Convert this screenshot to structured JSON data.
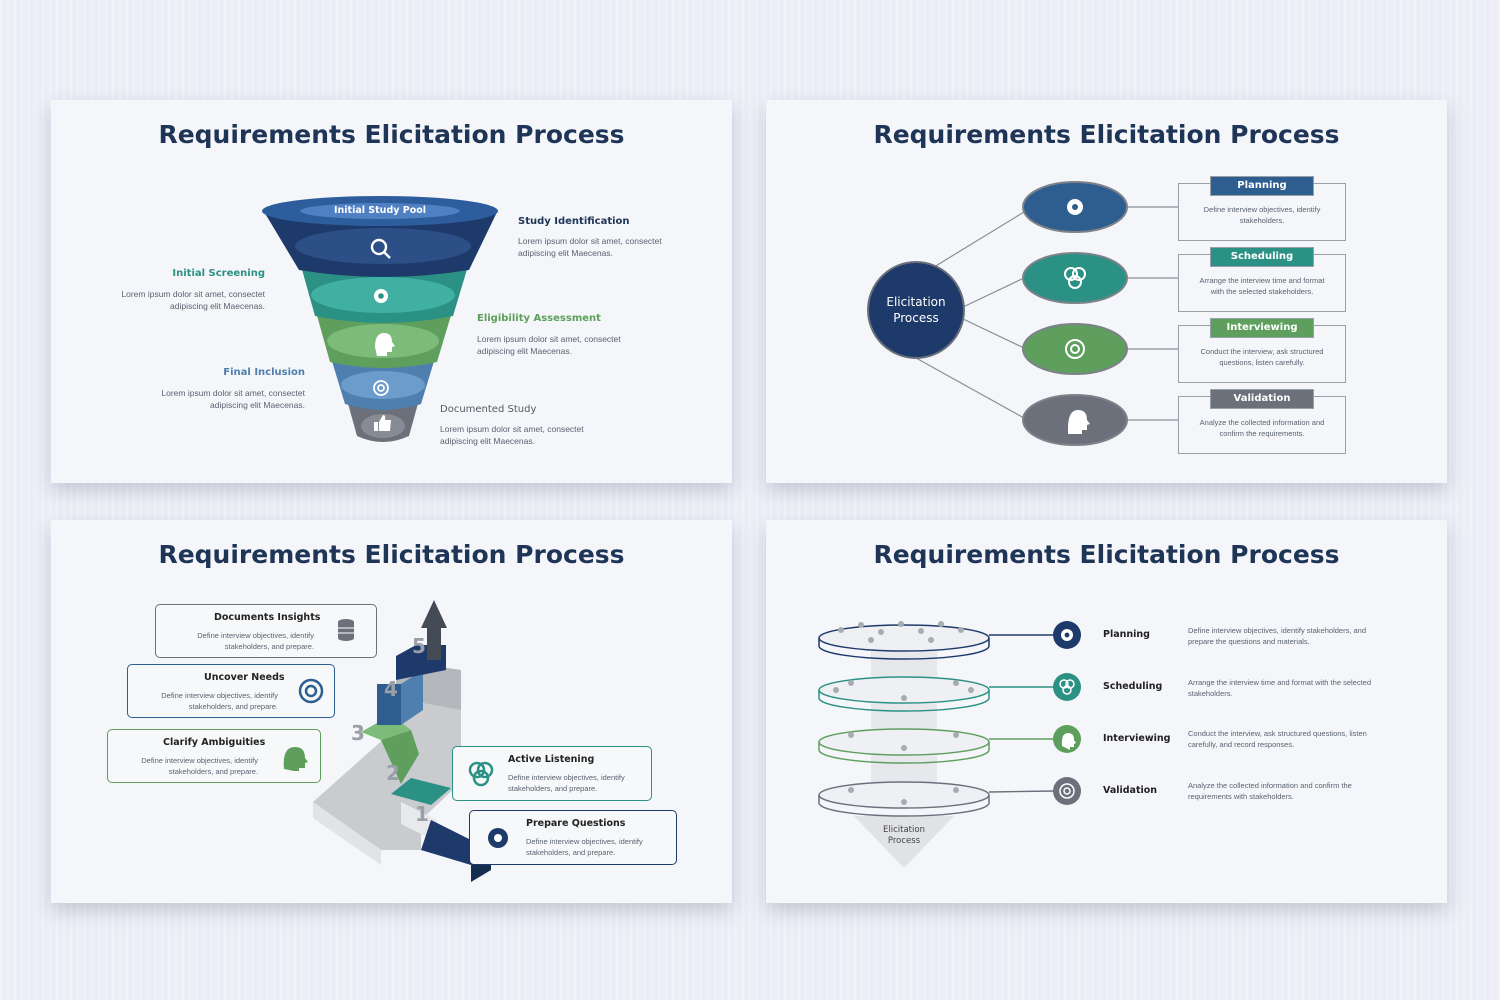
{
  "colors": {
    "navy": "#1e3a6b",
    "blue": "#2e5d8f",
    "teal": "#2b9184",
    "green": "#5e9f5d",
    "steel": "#4e7fae",
    "gray": "#6b707a"
  },
  "slide1": {
    "title": "Requirements Elicitation Process",
    "pool_label": "Initial Study Pool",
    "stages": [
      {
        "title": "Study Identification",
        "desc1": "Lorem ipsum dolor sit amet, consectet",
        "desc2": "adipiscing elit Maecenas.",
        "icon": "search-icon"
      },
      {
        "title": "Initial Screening",
        "desc1": "Lorem ipsum dolor sit amet, consectet",
        "desc2": "adipiscing elit Maecenas.",
        "icon": "gear-icon"
      },
      {
        "title": "Eligibility Assessment",
        "desc1": "Lorem ipsum dolor sit amet, consectet",
        "desc2": "adipiscing elit Maecenas.",
        "icon": "head-gear-icon"
      },
      {
        "title": "Final Inclusion",
        "desc1": "Lorem ipsum dolor sit amet, consectet",
        "desc2": "adipiscing elit Maecenas.",
        "icon": "target-icon"
      },
      {
        "title": "Documented Study",
        "desc1": "Lorem ipsum dolor sit amet, consectet",
        "desc2": "adipiscing elit Maecenas.",
        "icon": "thumbs-up-icon"
      }
    ]
  },
  "slide2": {
    "title": "Requirements Elicitation Process",
    "center_line1": "Elicitation",
    "center_line2": "Process",
    "items": [
      {
        "label": "Planning",
        "desc1": "Define interview objectives, identify",
        "desc2": "stakeholders.",
        "icon": "gear-icon"
      },
      {
        "label": "Scheduling",
        "desc1": "Arrange the interview time and format",
        "desc2": "with the selected stakeholders.",
        "icon": "venn-icon"
      },
      {
        "label": "Interviewing",
        "desc1": "Conduct the interview, ask structured",
        "desc2": "questions, listen carefully.",
        "icon": "target-icon"
      },
      {
        "label": "Validation",
        "desc1": "Analyze the collected information and",
        "desc2": "confirm the requirements.",
        "icon": "head-gear-icon"
      }
    ]
  },
  "slide3": {
    "title": "Requirements Elicitation Process",
    "steps": [
      {
        "num": "1",
        "title": "Prepare Questions",
        "desc1": "Define interview objectives, identify",
        "desc2": "stakeholders, and prepare.",
        "icon": "gear-icon"
      },
      {
        "num": "2",
        "title": "Active Listening",
        "desc1": "Define interview objectives, identify",
        "desc2": "stakeholders, and prepare.",
        "icon": "venn-icon"
      },
      {
        "num": "3",
        "title": "Clarify Ambiguities",
        "desc1": "Define interview objectives, identify",
        "desc2": "stakeholders, and prepare.",
        "icon": "head-gear-icon"
      },
      {
        "num": "4",
        "title": "Uncover Needs",
        "desc1": "Define interview objectives, identify",
        "desc2": "stakeholders, and prepare.",
        "icon": "target-icon"
      },
      {
        "num": "5",
        "title": "Documents Insights",
        "desc1": "Define interview objectives, identify",
        "desc2": "stakeholders, and prepare.",
        "icon": "database-icon"
      }
    ]
  },
  "slide4": {
    "title": "Requirements Elicitation Process",
    "arrow_line1": "Elicitation",
    "arrow_line2": "Process",
    "levels": [
      {
        "label": "Planning",
        "desc1": "Define interview objectives, identify stakeholders, and",
        "desc2": "prepare the questions and materials.",
        "icon": "gear-icon"
      },
      {
        "label": "Scheduling",
        "desc1": "Arrange the interview time and format with the selected",
        "desc2": "stakeholders.",
        "icon": "venn-icon"
      },
      {
        "label": "Interviewing",
        "desc1": "Conduct the interview, ask structured questions, listen",
        "desc2": "carefully, and record responses.",
        "icon": "head-gear-icon"
      },
      {
        "label": "Validation",
        "desc1": "Analyze the collected information and confirm the",
        "desc2": "requirements with stakeholders.",
        "icon": "target-icon"
      }
    ]
  }
}
